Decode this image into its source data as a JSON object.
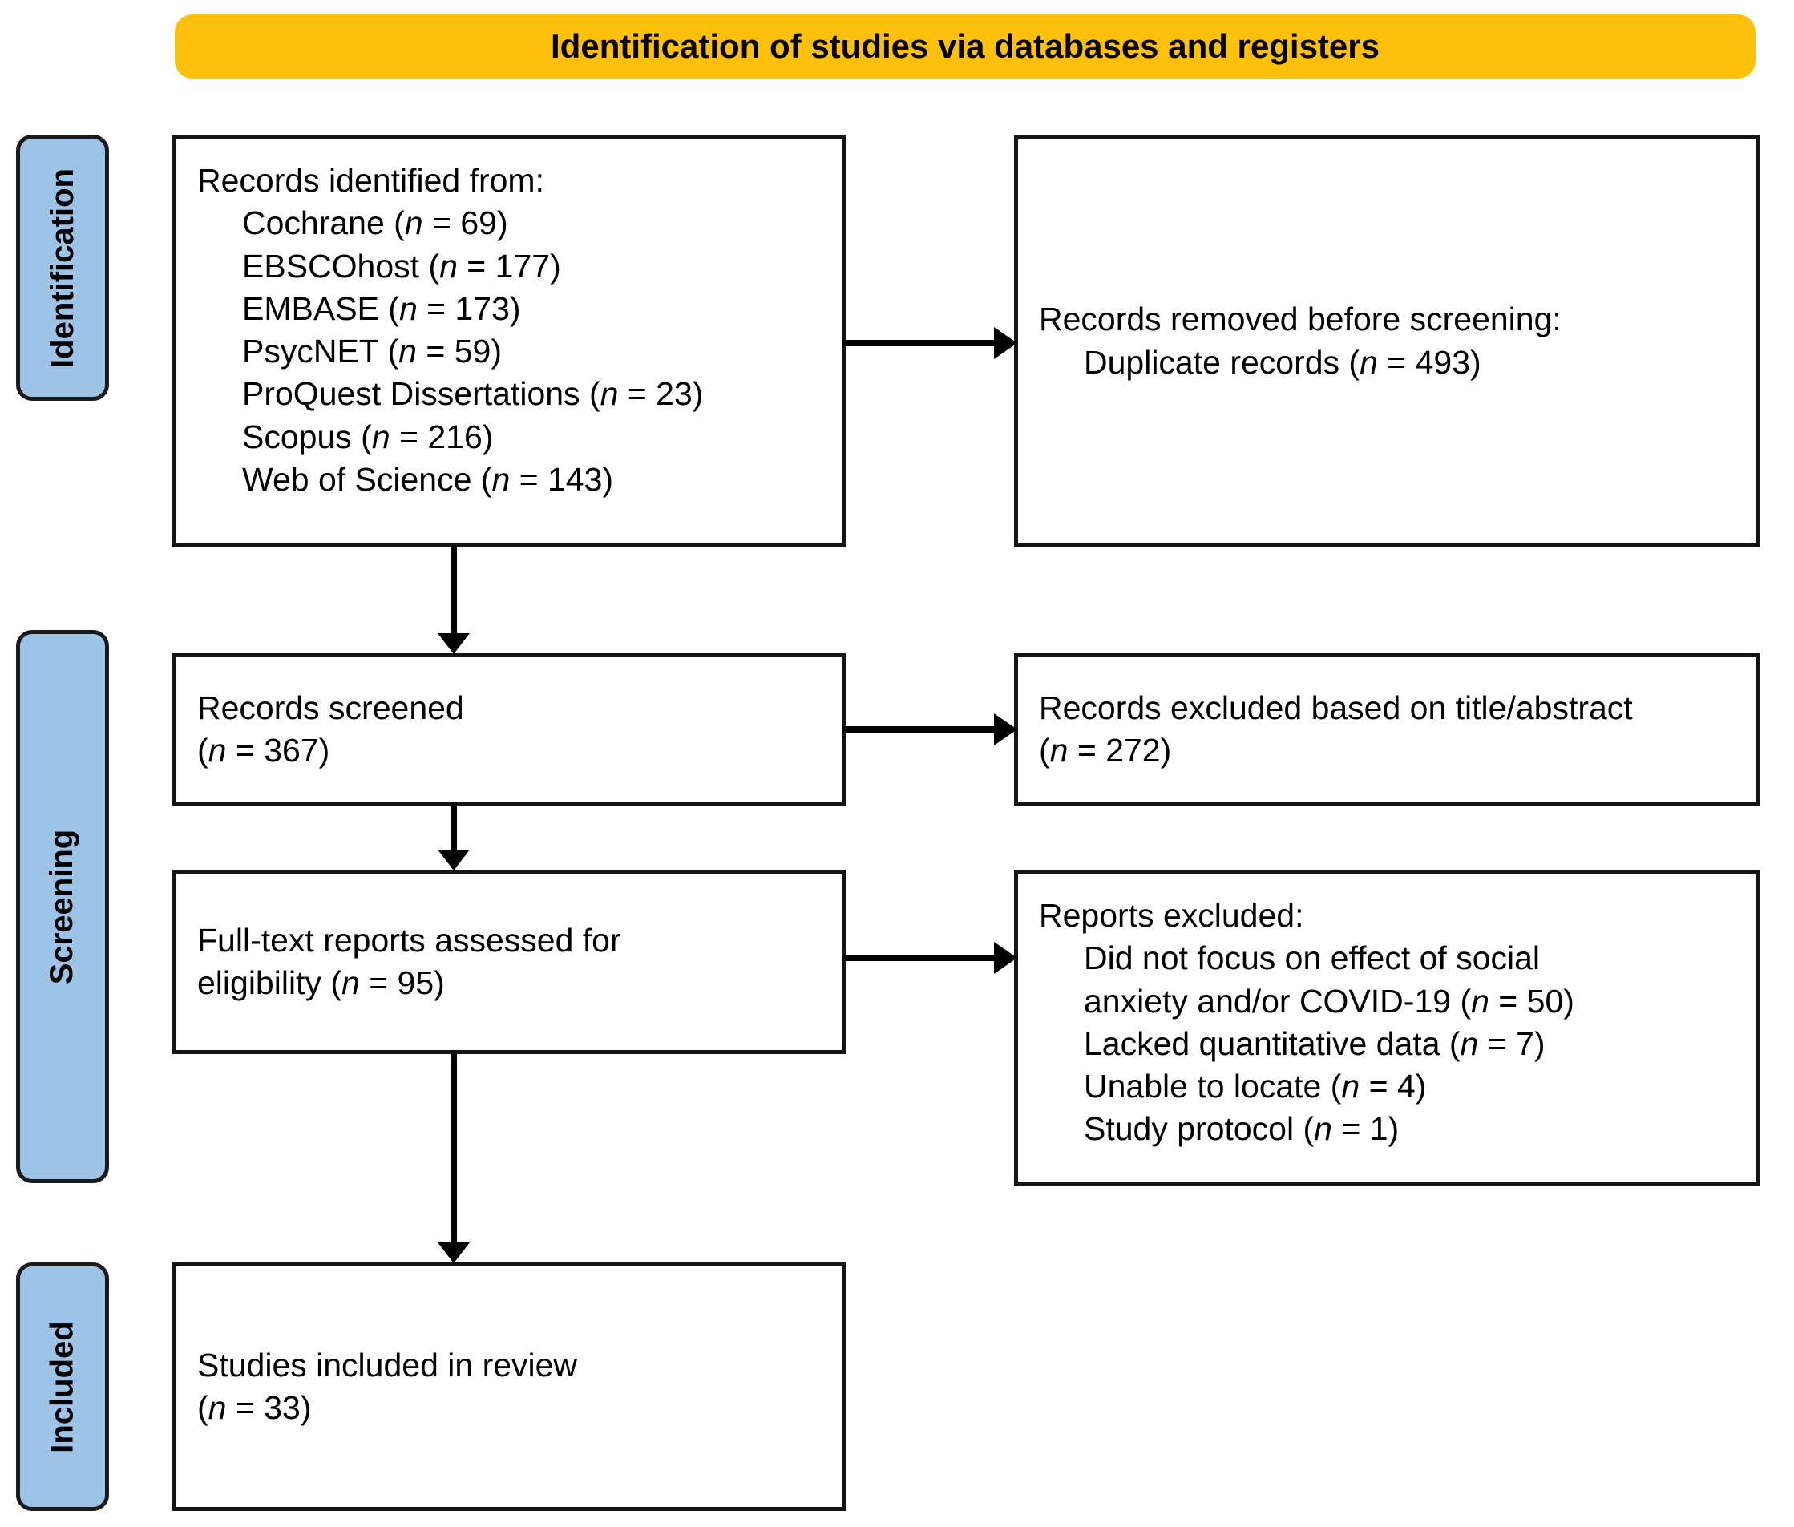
{
  "banner": {
    "title": "Identification of studies via databases and registers",
    "color": "#FCC00D"
  },
  "stages": [
    {
      "id": "identification",
      "label": "Identification",
      "color": "#9DC3E6"
    },
    {
      "id": "screening",
      "label": "Screening",
      "color": "#9DC3E6"
    },
    {
      "id": "included",
      "label": "Included",
      "color": "#9DC3E6"
    }
  ],
  "boxes": {
    "records_identified": {
      "name": "records-identified-box",
      "heading": "Records identified from:",
      "sources": [
        {
          "label": "Cochrane",
          "n": 69,
          "text": "Cochrane (n = 69)"
        },
        {
          "label": "EBSCOhost",
          "n": 177,
          "text": "EBSCOhost (n = 177)"
        },
        {
          "label": "EMBASE",
          "n": 173,
          "text": "EMBASE (n = 173)"
        },
        {
          "label": "PsycNET",
          "n": 59,
          "text": "PsycNET (n = 59)"
        },
        {
          "label": "ProQuest Dissertations",
          "n": 23,
          "text": "ProQuest Dissertations (n = 23)"
        },
        {
          "label": "Scopus",
          "n": 216,
          "text": "Scopus (n = 216)"
        },
        {
          "label": "Web of Science",
          "n": 143,
          "text": "Web of Science (n = 143)"
        }
      ]
    },
    "records_removed": {
      "name": "records-removed-box",
      "heading": "Records removed before screening:",
      "items": [
        {
          "label": "Duplicate records",
          "n": 493,
          "text": "Duplicate records (n = 493)"
        }
      ]
    },
    "records_screened": {
      "name": "records-screened-box",
      "line1": "Records screened",
      "line2_label": "n",
      "line2_value": 367,
      "line2": "(n = 367)"
    },
    "records_excluded": {
      "name": "records-excluded-box",
      "line1": "Records excluded based on title/abstract",
      "line2_label": "n",
      "line2_value": 272,
      "line2": "(n = 272)"
    },
    "fulltext_assessed": {
      "name": "fulltext-assessed-box",
      "line1": "Full-text reports assessed for",
      "line2": "eligibility (n = 95)",
      "n": 95
    },
    "reports_excluded": {
      "name": "reports-excluded-box",
      "heading": "Reports excluded:",
      "items": [
        {
          "label": "Did not focus on effect of social anxiety and/or COVID-19",
          "n": 50,
          "line_a": "Did not focus on effect of social",
          "line_b": "anxiety and/or COVID-19 (n = 50)"
        },
        {
          "label": "Lacked quantitative data",
          "n": 7,
          "text": "Lacked quantitative data (n = 7)"
        },
        {
          "label": "Unable to locate",
          "n": 4,
          "text": "Unable to locate (n = 4)"
        },
        {
          "label": "Study protocol",
          "n": 1,
          "text": "Study protocol (n = 1)"
        }
      ]
    },
    "studies_included": {
      "name": "studies-included-box",
      "line1": "Studies included in review",
      "line2": "(n = 33)",
      "n": 33
    }
  },
  "connectors": [
    {
      "name": "arrow-identified-to-removed",
      "direction": "right"
    },
    {
      "name": "arrow-identified-to-screened",
      "direction": "down"
    },
    {
      "name": "arrow-screened-to-excluded",
      "direction": "right"
    },
    {
      "name": "arrow-screened-to-fulltext",
      "direction": "down"
    },
    {
      "name": "arrow-fulltext-to-reports-excluded",
      "direction": "right"
    },
    {
      "name": "arrow-fulltext-to-included",
      "direction": "down"
    }
  ]
}
